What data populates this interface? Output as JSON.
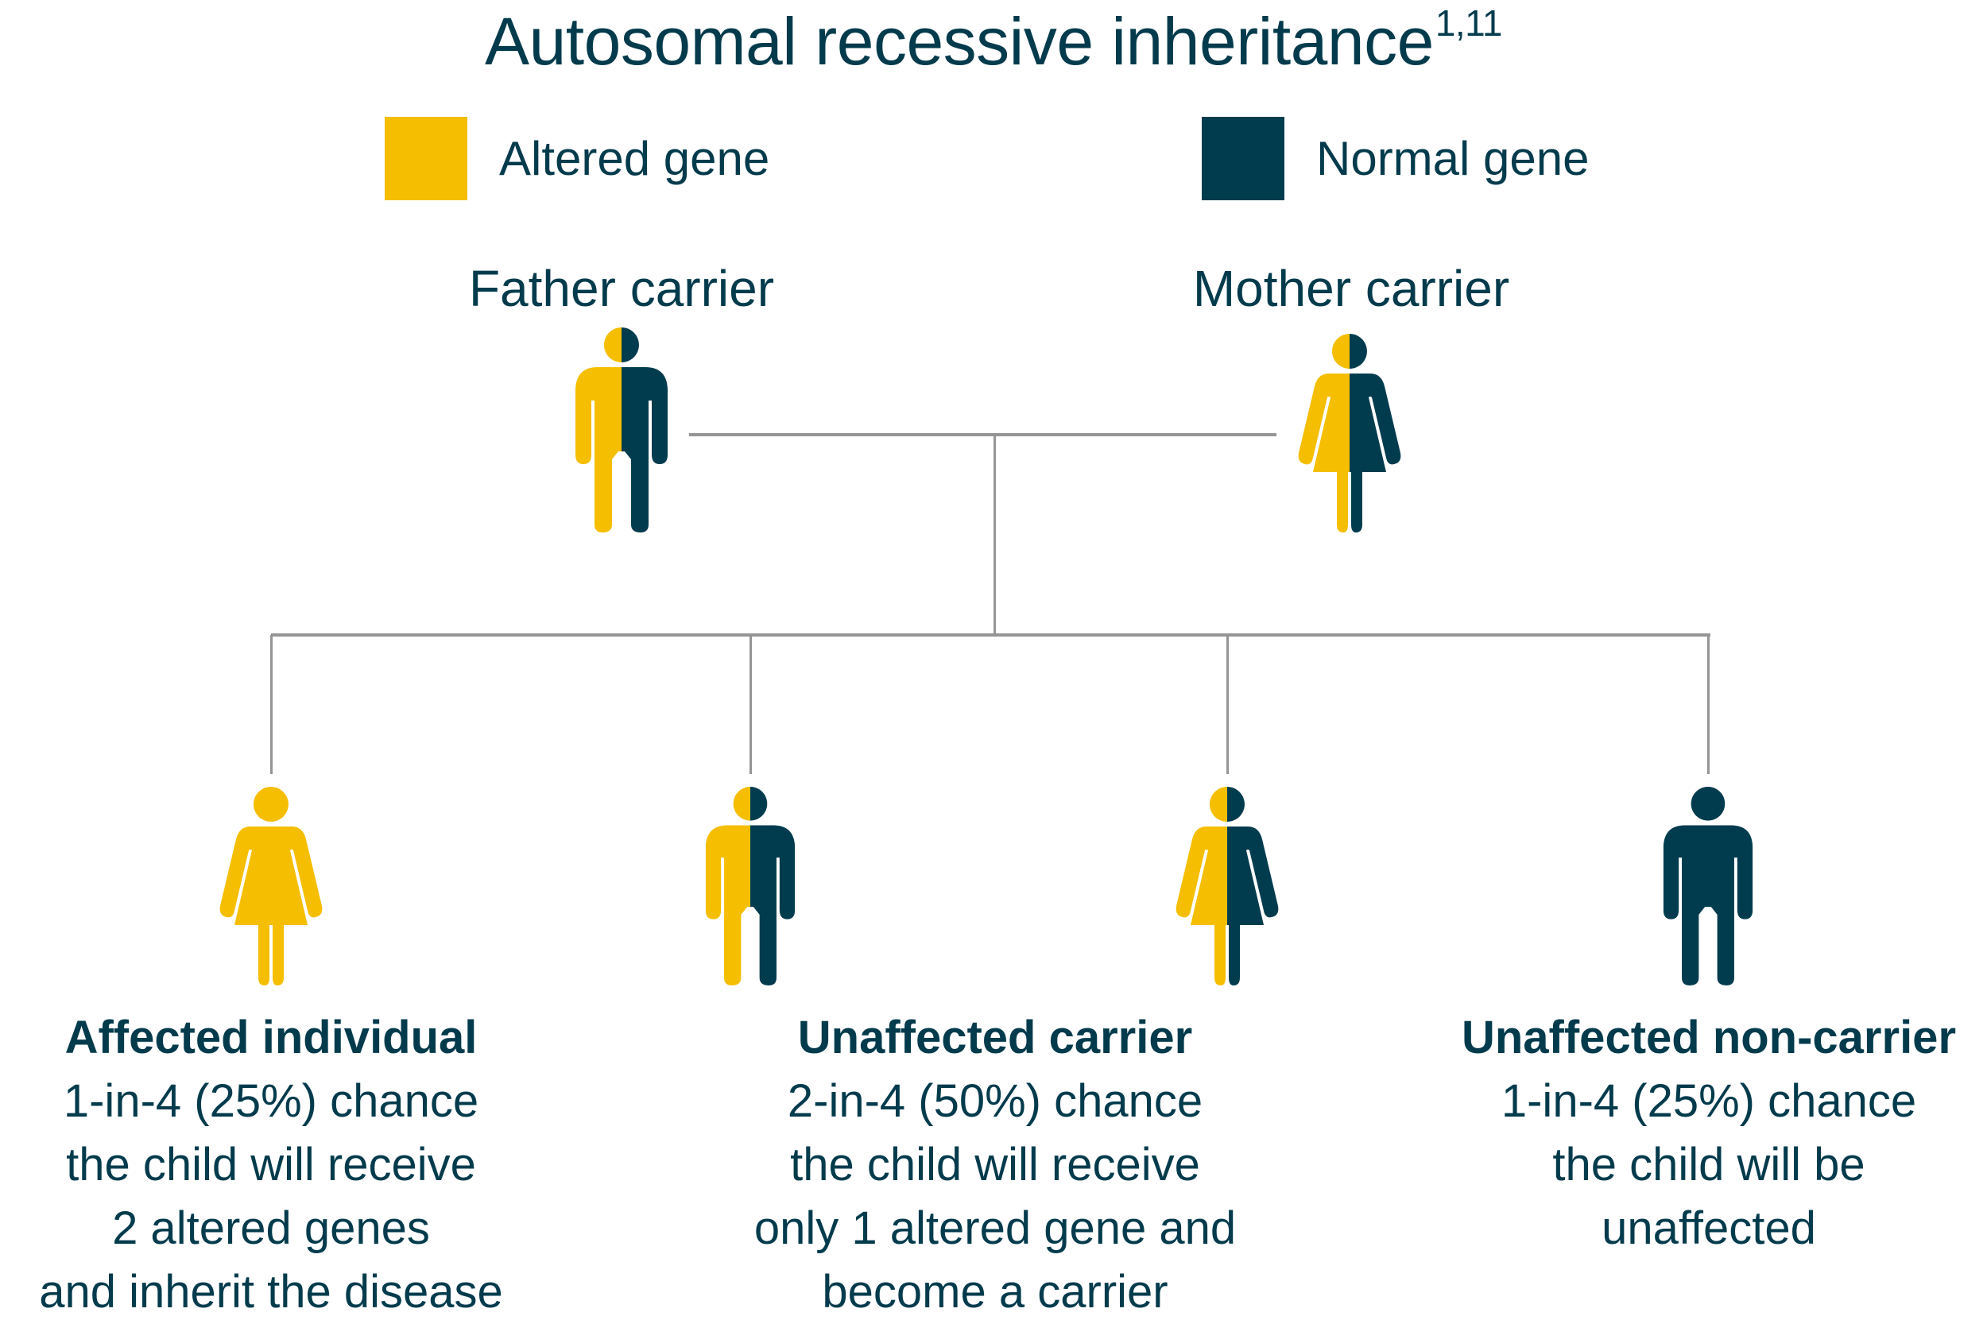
{
  "title": {
    "text": "Autosomal recessive inheritance",
    "superscript": "1,11"
  },
  "colors": {
    "altered": "#F5BE00",
    "normal": "#003C4E",
    "connector": "#959595",
    "text": "#033B4C"
  },
  "legend": [
    {
      "label": "Altered gene",
      "color_key": "altered"
    },
    {
      "label": "Normal gene",
      "color_key": "normal"
    }
  ],
  "parents": [
    {
      "label": "Father carrier",
      "sex": "male",
      "genes": [
        "altered",
        "normal"
      ]
    },
    {
      "label": "Mother carrier",
      "sex": "female",
      "genes": [
        "altered",
        "normal"
      ]
    }
  ],
  "children": [
    {
      "sex": "female",
      "genes": [
        "altered",
        "altered"
      ],
      "heading": "Affected individual",
      "lines": [
        "1-in-4 (25%) chance",
        "the child will receive",
        "2 altered genes",
        "and inherit the disease"
      ]
    },
    {
      "sex": "male",
      "genes": [
        "altered",
        "normal"
      ],
      "heading": "Unaffected carrier",
      "lines": [
        "2-in-4 (50%) chance",
        "the child will receive",
        "only 1 altered gene and",
        "become a carrier"
      ]
    },
    {
      "sex": "female",
      "genes": [
        "altered",
        "normal"
      ],
      "heading": "",
      "lines": []
    },
    {
      "sex": "male",
      "genes": [
        "normal",
        "normal"
      ],
      "heading": "Unaffected non-carrier",
      "lines": [
        "1-in-4 (25%) chance",
        "the child will be",
        "unaffected"
      ]
    }
  ]
}
